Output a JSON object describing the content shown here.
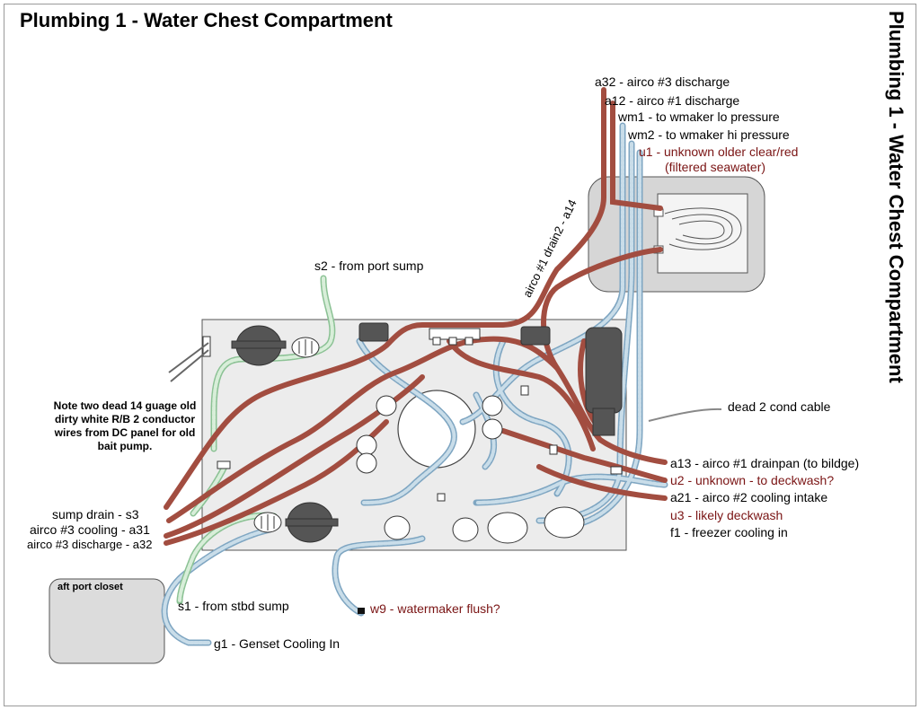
{
  "title": "Plumbing 1 - Water Chest Compartment",
  "side_title": "Plumbing 1 - Water Chest Compartment",
  "closet_label": "aft port closet",
  "note": "Note two dead 14 guage old dirty white R/B 2 conductor wires from DC panel for old bait pump.",
  "labels": {
    "a32": "a32 - airco #3 discharge",
    "a12": "a12 - airco #1 discharge",
    "wm1": "wm1 - to wmaker lo pressure",
    "wm2": "wm2 - to wmaker hi pressure",
    "u1": "u1 - unknown older clear/red",
    "u1_sub": "(filtered seawater)",
    "s2": "s2 - from port sump",
    "drain": "airco #1 drain2 - a14",
    "dead_cable": "dead 2 cond cable",
    "a13": "a13 - airco #1 drainpan (to bildge)",
    "u2": "u2 - unknown - to deckwash?",
    "a21": "a21 - airco #2 cooling intake",
    "u3": "u3 - likely deckwash",
    "f1": "f1 - freezer cooling in",
    "sump_drain": "sump drain - s3",
    "a31": "airco #3 cooling - a31",
    "a32_left": "airco #3 discharge - a32",
    "s1": "s1 - from stbd sump",
    "w9": "w9 - watermaker flush?",
    "g1": "g1 - Genset Cooling In"
  },
  "colors": {
    "hose_red": "#a24d40",
    "hose_blue": "#a7c4d8",
    "hose_green": "#b6d9b8",
    "panel": "#ececec",
    "box": "#d8d8d8",
    "label_red": "#7a1414"
  }
}
